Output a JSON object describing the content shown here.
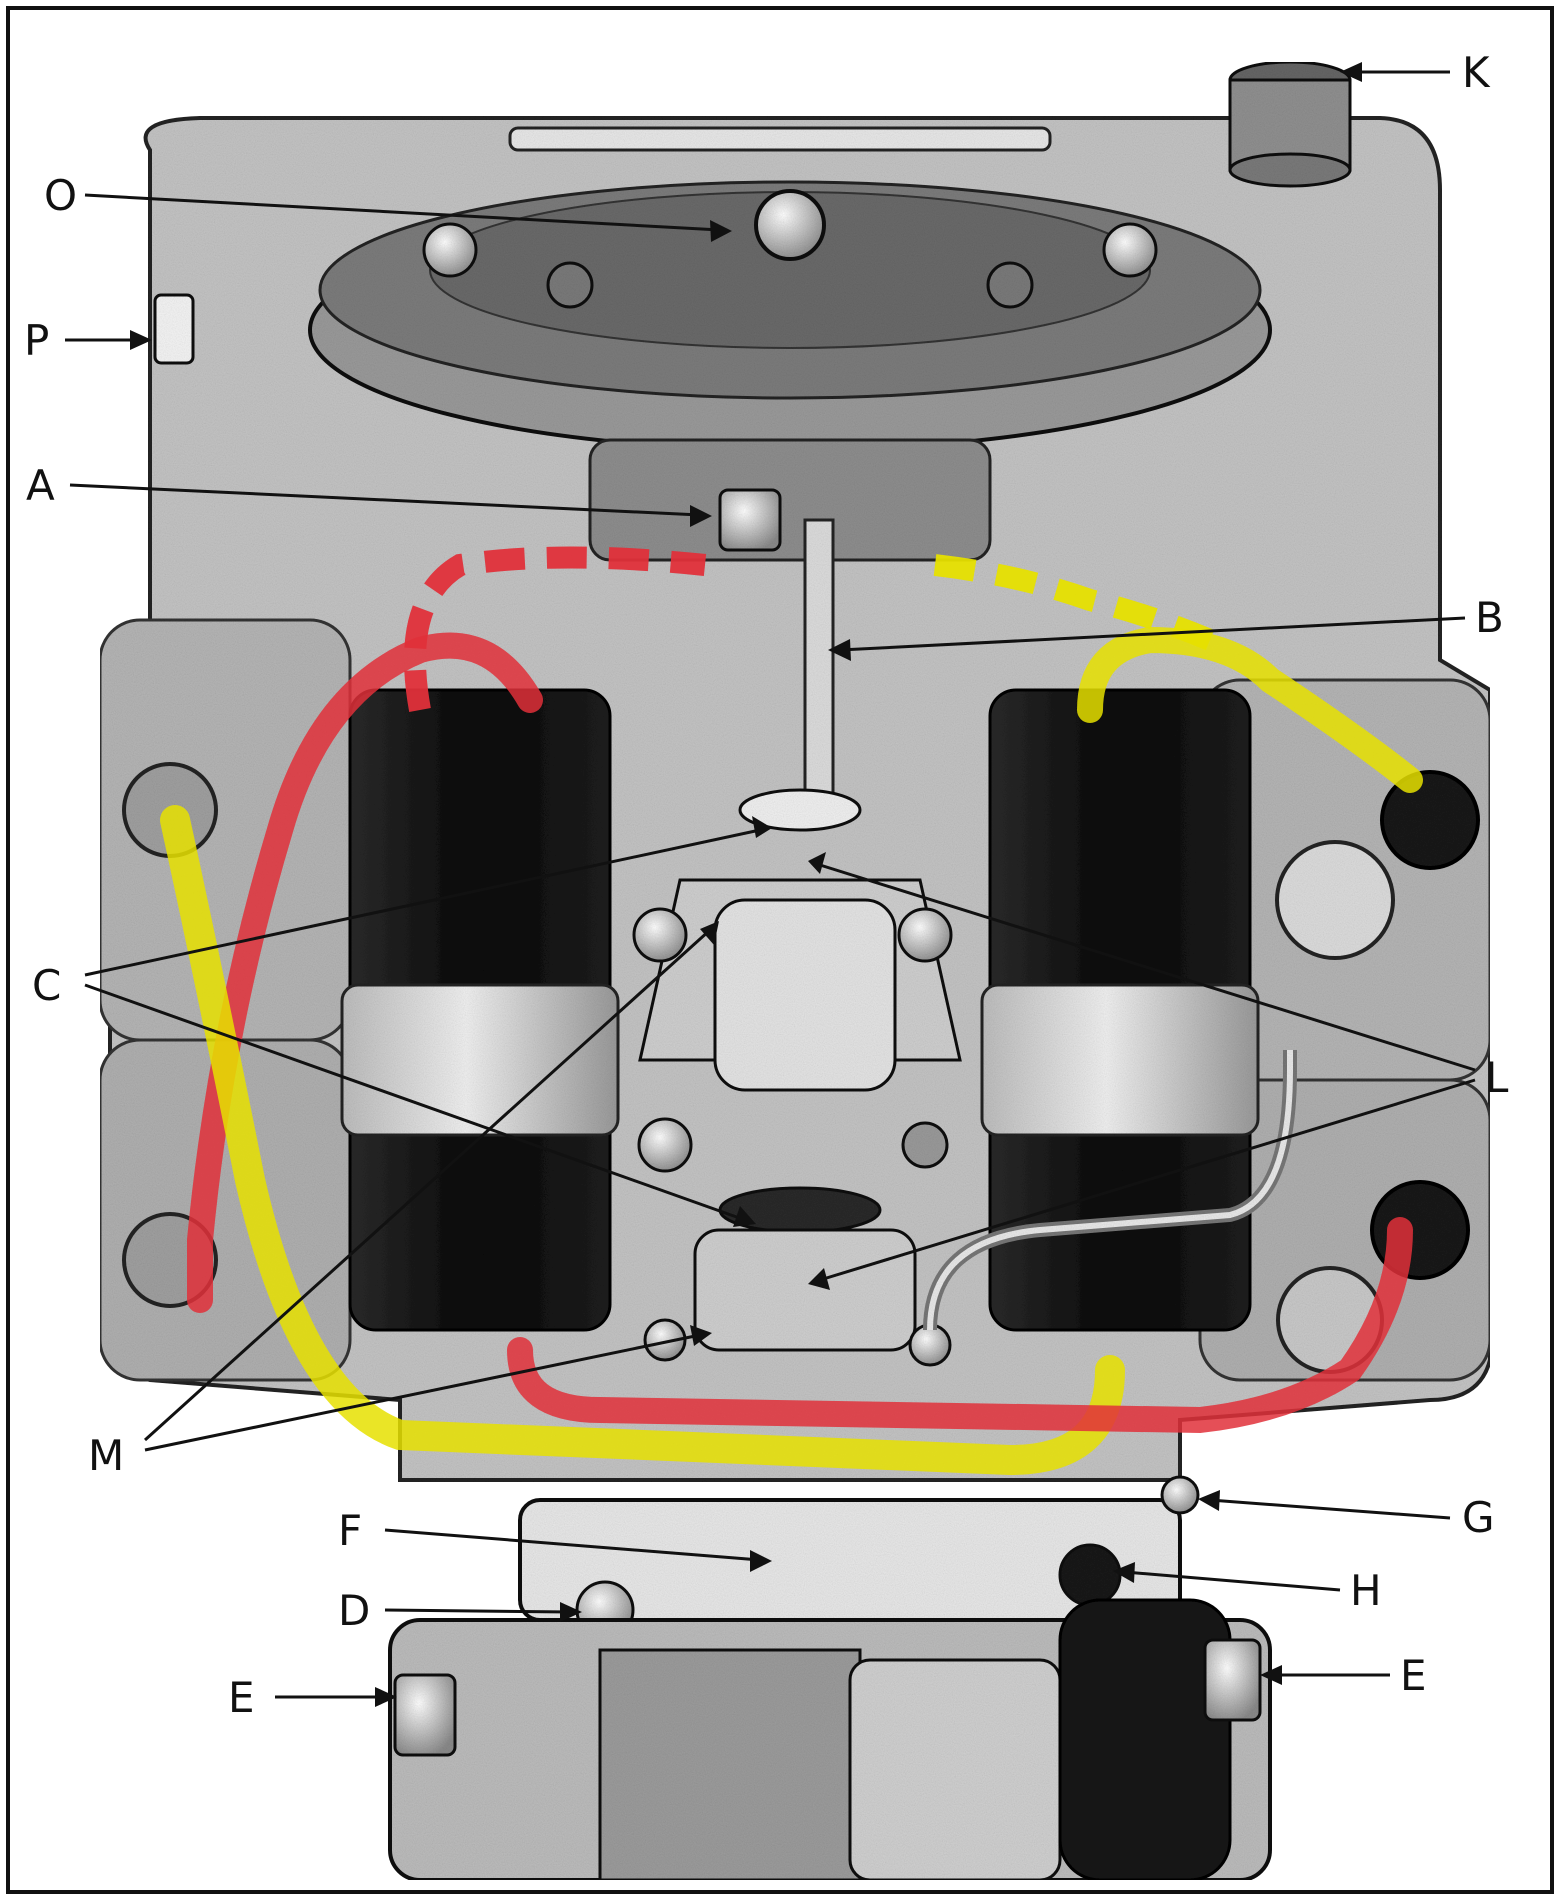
{
  "diagram": {
    "callouts": [
      {
        "id": "K",
        "text": "K"
      },
      {
        "id": "O",
        "text": "O"
      },
      {
        "id": "P",
        "text": "P"
      },
      {
        "id": "A",
        "text": "A"
      },
      {
        "id": "B",
        "text": "B"
      },
      {
        "id": "C",
        "text": "C"
      },
      {
        "id": "L",
        "text": "L"
      },
      {
        "id": "M",
        "text": "M"
      },
      {
        "id": "G",
        "text": "G"
      },
      {
        "id": "F",
        "text": "F"
      },
      {
        "id": "H",
        "text": "H"
      },
      {
        "id": "D",
        "text": "D"
      },
      {
        "id": "E_left",
        "text": "E"
      },
      {
        "id": "E_right",
        "text": "E"
      }
    ],
    "colors": {
      "outline": "#111111",
      "background": "#ffffff",
      "metal_light": "#d9d9d9",
      "metal_mid": "#a8a8a8",
      "metal_dark": "#5a5a5a",
      "coil_black": "#141414",
      "wire_red": "#e0303a",
      "wire_yellow": "#e6e000"
    }
  }
}
